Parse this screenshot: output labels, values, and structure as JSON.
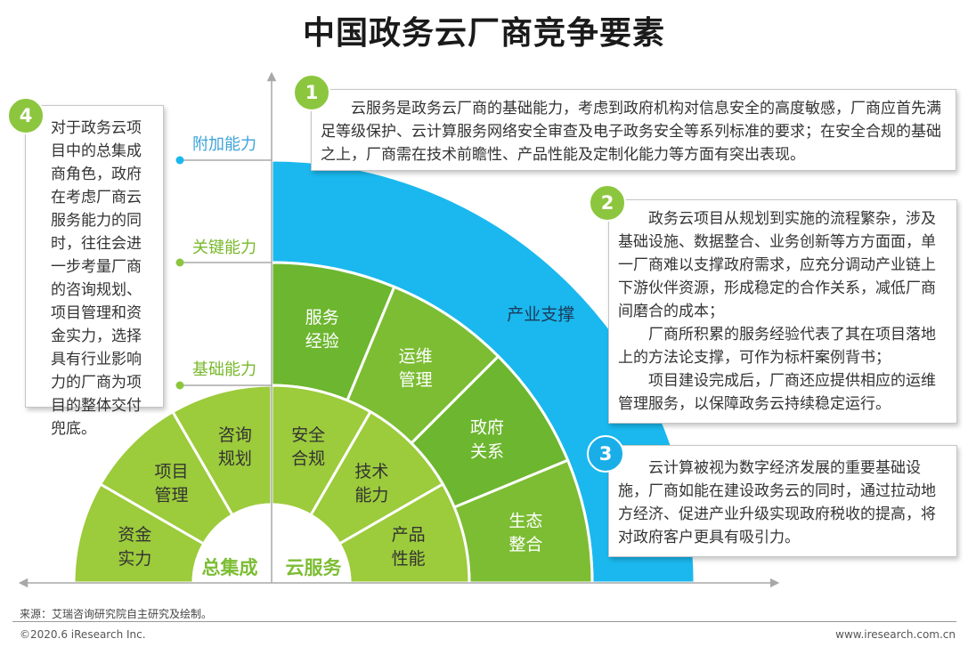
{
  "title": "中国政务云厂商竞争要素",
  "levels": {
    "top": "附加能力",
    "middle": "关键能力",
    "bottom": "基础能力"
  },
  "core": {
    "left": "总集成",
    "right": "云服务"
  },
  "inner_left_segments": [
    "资金\n实力",
    "项目\n管理",
    "咨询\n规划"
  ],
  "inner_right_segments": [
    "安全\n合规",
    "技术\n能力",
    "产品\n性能"
  ],
  "middle_segments": [
    "服务\n经验",
    "运维\n管理",
    "政府\n关系",
    "生态\n整合"
  ],
  "outer_label": "产业支撑",
  "notes": {
    "n1": {
      "badge": "1",
      "text": "云服务是政务云厂商的基础能力，考虑到政府机构对信息安全的高度敏感，厂商应首先满足等级保护、云计算服务网络安全审查及电子政务安全等系列标准的要求；在安全合规的基础之上，厂商需在技术前瞻性、产品性能及定制化能力等方面有突出表现。"
    },
    "n2": {
      "badge": "2",
      "p1": "政务云项目从规划到实施的流程繁杂，涉及基础设施、数据整合、业务创新等方方面面，单一厂商难以支撑政府需求，应充分调动产业链上下游伙伴资源，形成稳定的合作关系，减低厂商间磨合的成本；",
      "p2": "厂商所积累的服务经验代表了其在项目落地上的方法论支撑，可作为标杆案例背书；",
      "p3": "项目建设完成后，厂商还应提供相应的运维管理服务，以保障政务云持续稳定运行。"
    },
    "n3": {
      "badge": "3",
      "text": "云计算被视为数字经济发展的重要基础设施，厂商如能在建设政务云的同时，通过拉动地方经济、促进产业升级实现政府税收的提高，将对政府客户更具有吸引力。"
    },
    "n4": {
      "badge": "4",
      "text": "对于政务云项目中的总集成商角色，政府在考虑厂商云服务能力的同时，往往会进一步考量厂商的咨询规划、项目管理和资金实力，选择具有行业影响力的厂商为项目的整体交付兜底。"
    }
  },
  "footer": {
    "source": "来源：艾瑞咨询研究院自主研究及绘制。",
    "copyright": "©2020.6 iResearch Inc.",
    "website": "www.iresearch.com.cn"
  },
  "colors": {
    "blue": "#1ab8ee",
    "green_dark": "#6db62f",
    "green_mid": "#7cbd33",
    "green_light": "#9ccb3b",
    "core_white": "#ffffff"
  }
}
